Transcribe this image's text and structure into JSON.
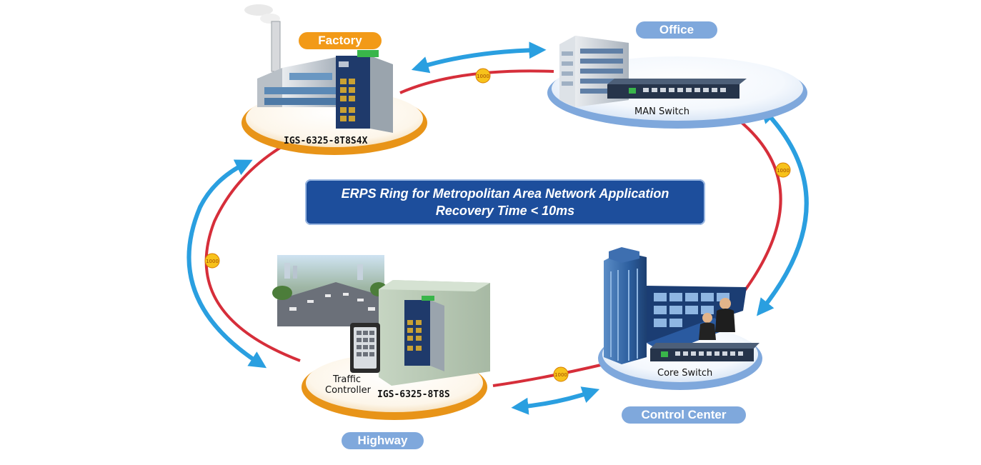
{
  "banner": {
    "line1": "ERPS Ring for Metropolitan Area Network Application",
    "line2": "Recovery Time < 10ms"
  },
  "sites": {
    "factory": "Factory",
    "office": "Office",
    "control_center": "Control Center",
    "highway": "Highway"
  },
  "devices": {
    "factory_switch": "IGS-6325-8T8S4X",
    "office_switch": "MAN Switch",
    "core_switch": "Core Switch",
    "highway_switch": "IGS-6325-8T8S",
    "traffic_controller_line1": "Traffic",
    "traffic_controller_line2": "Controller"
  },
  "links": {
    "factory_office": "1000",
    "office_control": "1000",
    "control_highway": "1000",
    "highway_factory": "1000"
  },
  "colors": {
    "ring": "#d62e3a",
    "arrow": "#2a9fe0",
    "orange_pill": "#f29a18",
    "blue_pill": "#7fa8dc",
    "banner": "#1d4e9c",
    "link_badge": "#f7c21b"
  }
}
